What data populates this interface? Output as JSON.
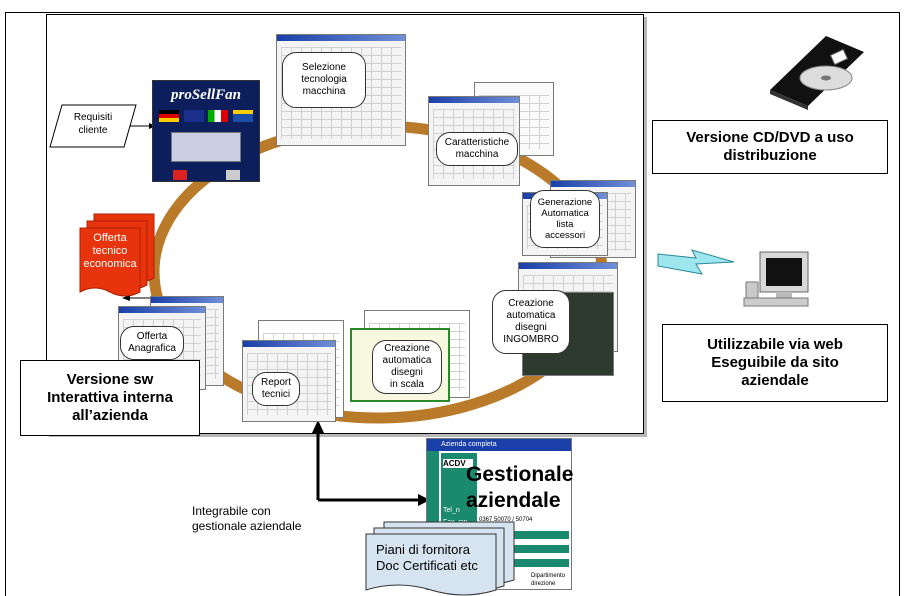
{
  "requisiti": "Requisiti\ncliente",
  "brand": "proSellFan",
  "steps": {
    "selezione": "Selezione\ntecnologia\nmacchina",
    "caratteristiche": "Caratteristiche\nmacchina",
    "generazione": "Generazione\nAutomatica\nlista\naccessori",
    "creazione_ingombro": "Creazione\nautomatica\ndisegni\nINGOMBRO",
    "creazione_scala": "Creazione\nautomatica\ndisegni\nin scala",
    "report": "Report\ntecnici",
    "offerta_anagrafica": "Offerta\nAnagrafica",
    "offerta_tecnico": "Offerta\ntecnico\neconomica"
  },
  "versione_sw": "Versione sw\nInterattiva interna\nall’azienda",
  "versione_cd": "Versione CD/DVD a uso\ndistribuzione",
  "utilizzabile_web": "Utilizzabile via web\nEseguibile da sito\naziendale",
  "integrabile": "Integrabile con\ngestionale aziendale",
  "gestionale": {
    "window_title": "Azienda completa",
    "title": "Gestionale\naziendale",
    "code": "ACDV",
    "field1": "Tel_n",
    "field2": "Fax_sw",
    "phone": "0367 50070 / 50704",
    "col_dipartimento": "Dipartimento",
    "cell_direzione": "direzione"
  },
  "piani": "Piani di fornitora\nDoc Certificati etc",
  "colors": {
    "ring": "#b5731e",
    "offerta_red": "#e8340c",
    "titlebar": "#1a3fa8",
    "gestionale_green": "#1a8a6e"
  }
}
